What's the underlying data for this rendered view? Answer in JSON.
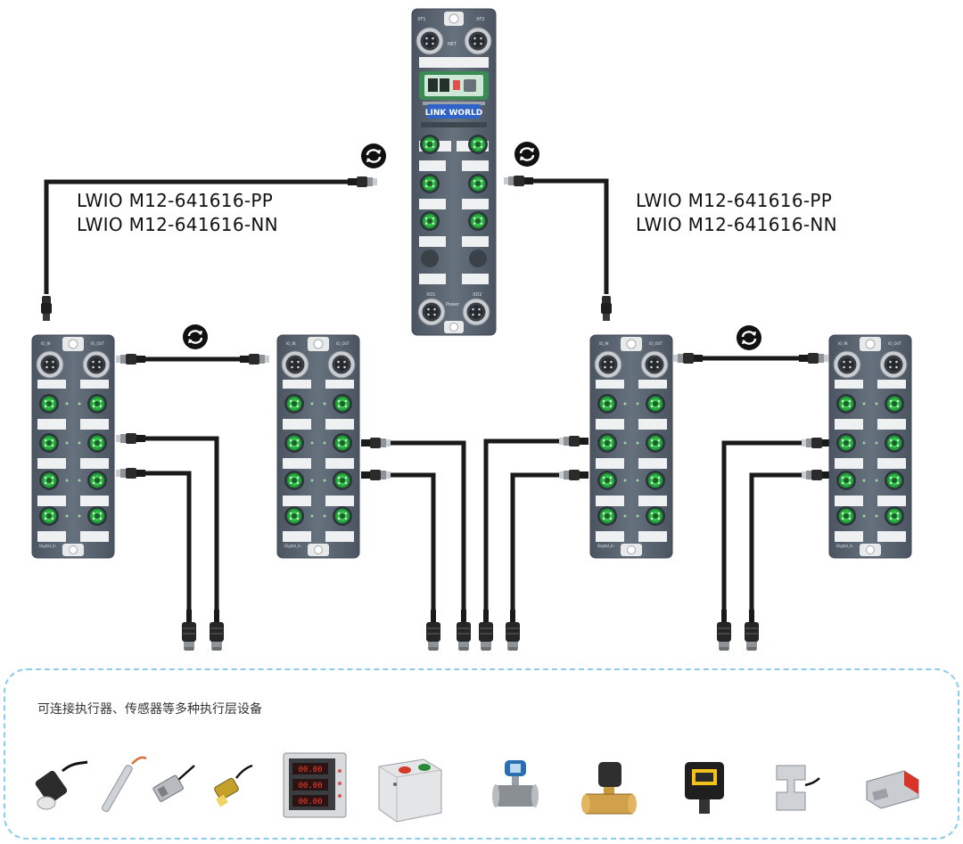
{
  "labels": {
    "left_model_1": "LWIO M12-641616-PP",
    "left_model_2": "LWIO M12-641616-NN",
    "right_model_1": "LWIO M12-641616-PP",
    "right_model_2": "LWIO M12-641616-NN"
  },
  "gateway": {
    "brand": "LINK WORLD",
    "port_top_left": "XF1",
    "port_top_right": "XF2",
    "port_top_mid": "NET",
    "port_bottom_left": "XD1",
    "port_bottom_right": "XD2",
    "power_label": "Power"
  },
  "io_module": {
    "port_in": "IO_IN",
    "port_out": "IO_OUT",
    "footer": "Digital_In"
  },
  "devices": {
    "caption": "可连接执行器、传感器等多种执行层设备",
    "meter_values": [
      "00.00",
      "00.00",
      "00.00"
    ],
    "items": [
      {
        "icon": "inductive-sensor-icon"
      },
      {
        "icon": "pen-sensor-icon"
      },
      {
        "icon": "square-sensor-icon"
      },
      {
        "icon": "proximity-switch-icon"
      },
      {
        "icon": "power-meter-icon"
      },
      {
        "icon": "button-box-icon"
      },
      {
        "icon": "flow-meter-icon"
      },
      {
        "icon": "solenoid-valve-icon"
      },
      {
        "icon": "barcode-scanner-icon"
      },
      {
        "icon": "load-cell-icon"
      },
      {
        "icon": "valve-actuator-icon"
      }
    ]
  },
  "colors": {
    "module_body": "#55606d",
    "port_green": "#2fbf48",
    "link_blue": "#2f63c8",
    "cable": "#1a1a1a",
    "dash_border": "#8ccbea"
  }
}
